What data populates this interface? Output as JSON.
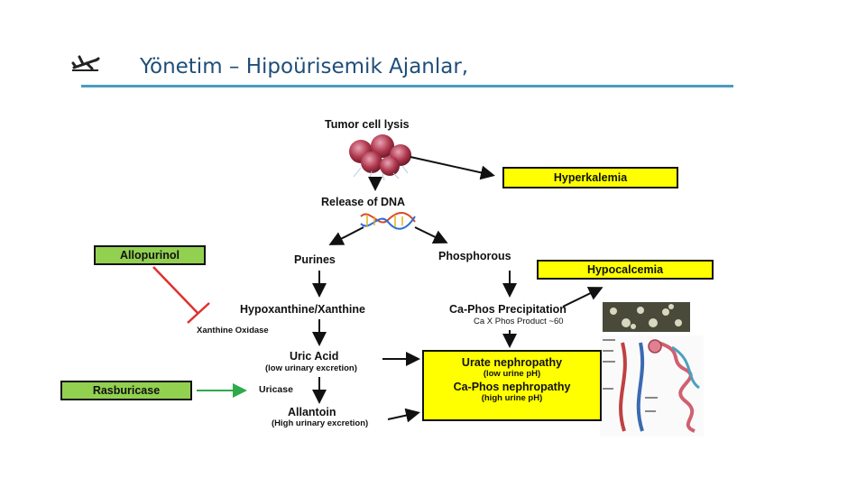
{
  "title": {
    "part1": "Yönetim",
    "separator": "–",
    "part2": "Hipoürisemik Ajanlar,"
  },
  "diagram": {
    "tumor": "Tumor cell lysis",
    "hyperkalemia": "Hyperkalemia",
    "release_dna": "Release of DNA",
    "allopurinol": "Allopurinol",
    "purines": "Purines",
    "phosphorous": "Phosphorous",
    "hypocalcemia": "Hypocalcemia",
    "hypoxanthine": "Hypoxanthine/Xanthine",
    "caphos_precip": "Ca-Phos Precipitation",
    "caphos_product": "Ca X Phos Product ~60",
    "xanthine_oxidase": "Xanthine Oxidase",
    "uric_acid": "Uric Acid",
    "uric_acid_note": "(low urinary excretion)",
    "rasburicase": "Rasburicase",
    "uricase": "Uricase",
    "allantoin": "Allantoin",
    "allantoin_note": "(High urinary excretion)",
    "urate_nephropathy": "Urate nephropathy",
    "urate_note": "(low urine pH)",
    "caphos_nephropathy": "Ca-Phos nephropathy",
    "caphos_note": "(high urine pH)"
  },
  "colors": {
    "title": "#1f4e79",
    "underline": "#4a9cc0",
    "highlight": "#ffff00",
    "green_box": "#92d050",
    "inhibit": "#e03030",
    "activate": "#2eaa4a"
  }
}
